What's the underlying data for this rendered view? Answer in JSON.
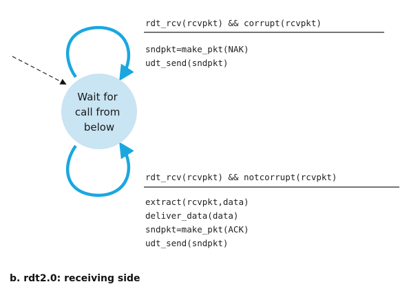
{
  "state": {
    "label_lines": [
      "Wait for",
      "call from",
      "below"
    ],
    "fill": "#c9e4f2"
  },
  "colors": {
    "loop_arrow": "#1aa7e0",
    "text": "#222222"
  },
  "transitions": [
    {
      "event": "rdt_rcv(rcvpkt) && corrupt(rcvpkt)",
      "actions": [
        "sndpkt=make_pkt(NAK)",
        "udt_send(sndpkt)"
      ]
    },
    {
      "event": "rdt_rcv(rcvpkt) && notcorrupt(rcvpkt)",
      "actions": [
        "extract(rcvpkt,data)",
        "deliver_data(data)",
        "sndpkt=make_pkt(ACK)",
        "udt_send(sndpkt)"
      ]
    }
  ],
  "caption": "b. rdt2.0: receiving side"
}
